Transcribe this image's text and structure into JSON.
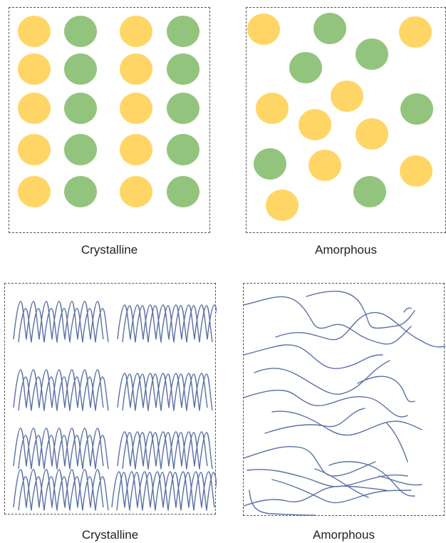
{
  "panels": {
    "top_left": {
      "caption": "Crystalline"
    },
    "top_right": {
      "caption": "Amorphous"
    },
    "bottom_left": {
      "caption": "Crystalline"
    },
    "bottom_right": {
      "caption": "Amorphous"
    }
  },
  "colors": {
    "particle_a": "#ffd666",
    "particle_b": "#93c47d",
    "chain": "#5a70a6",
    "border": "#555555"
  }
}
